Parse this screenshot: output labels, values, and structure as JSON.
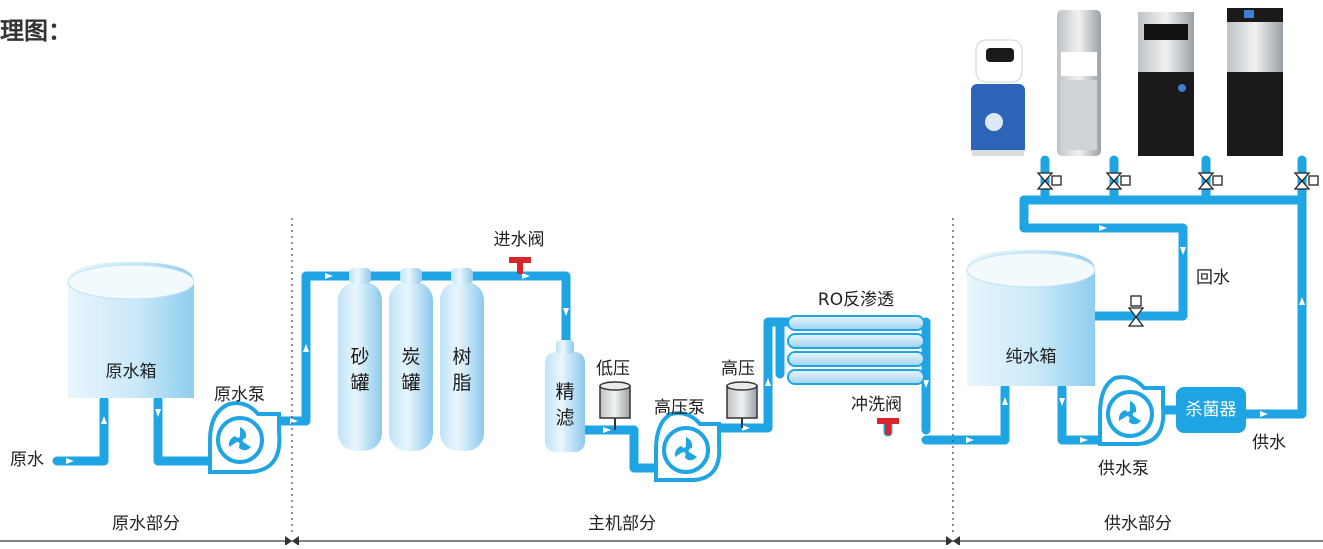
{
  "page_title": "理图：",
  "labels": {
    "raw_water_tank": "原水箱",
    "raw_water": "原水",
    "raw_water_pump": "原水泵",
    "sand_tank": "砂罐",
    "carbon_tank": "炭罐",
    "resin": "树脂",
    "inlet_valve": "进水阀",
    "fine_filter": "精滤",
    "low_pressure": "低压",
    "high_pressure": "高压",
    "high_pressure_pump": "高压泵",
    "ro": "RO反渗透",
    "flush_valve": "冲洗阀",
    "pure_water_tank": "纯水箱",
    "return_water": "回水",
    "sterilizer": "杀菌器",
    "supply_water": "供水",
    "supply_pump": "供水泵"
  },
  "sections": {
    "raw_part": "原水部分",
    "main_part": "主机部分",
    "supply_part": "供水部分"
  },
  "colors": {
    "pipe": "#1fa4e4",
    "tank": "#cfeaf9",
    "valve_red": "#d9262b",
    "sterilizer": "#1fa4e4"
  }
}
